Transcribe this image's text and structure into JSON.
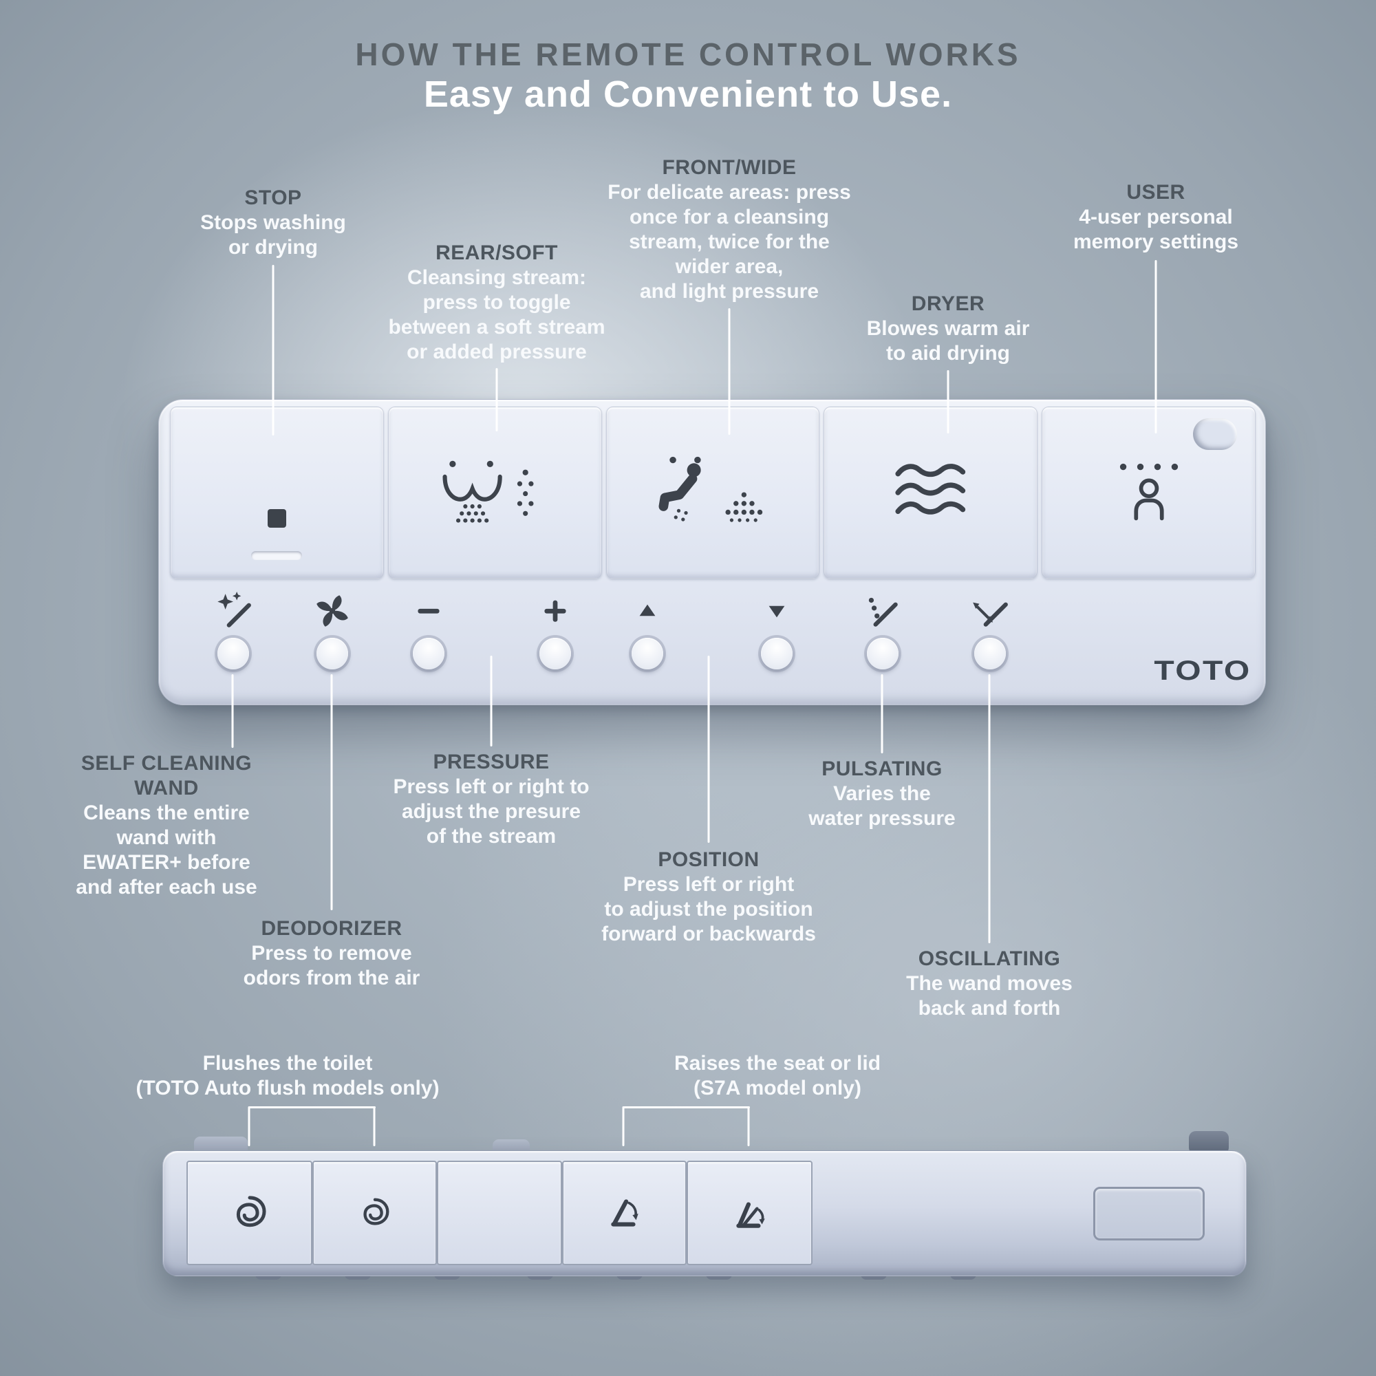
{
  "title": {
    "line1": "HOW THE REMOTE CONTROL WORKS",
    "line2": "Easy and Convenient to Use."
  },
  "callouts": {
    "stop": {
      "heading": "STOP",
      "body": "Stops washing\nor drying"
    },
    "rear_soft": {
      "heading": "REAR/SOFT",
      "body": "Cleansing stream:\npress to toggle\nbetween a soft stream\nor added pressure"
    },
    "front_wide": {
      "heading": "FRONT/WIDE",
      "body": "For delicate areas: press\nonce for a cleansing\nstream,  twice for the\nwider area,\nand light pressure"
    },
    "dryer": {
      "heading": "DRYER",
      "body": "Blowes warm air\nto aid drying"
    },
    "user": {
      "heading": "USER",
      "body": "4-user personal\nmemory settings"
    },
    "self_cleaning_wand": {
      "heading": "SELF CLEANING\nWAND",
      "body": "Cleans the entire\nwand with\nEWATER+ before\nand after each use"
    },
    "deodorizer": {
      "heading": "DEODORIZER",
      "body": "Press to remove\nodors from the air"
    },
    "pressure": {
      "heading": "PRESSURE",
      "body": "Press left or right to\nadjust the presure\nof the stream"
    },
    "position": {
      "heading": "POSITION",
      "body": "Press left or right\nto adjust the position\nforward or backwards"
    },
    "pulsating": {
      "heading": "PULSATING",
      "body": "Varies the\nwater pressure"
    },
    "oscillating": {
      "heading": "OSCILLATING",
      "body": "The wand moves\nback and forth"
    }
  },
  "bottom_notes": {
    "flush": {
      "line1": "Flushes the toilet",
      "line2": "(TOTO Auto flush models only)"
    },
    "seat": {
      "line1": "Raises the seat or lid",
      "line2": "(S7A model only)"
    }
  },
  "remote": {
    "brand": "TOTO",
    "top_buttons": [
      {
        "name": "stop-button",
        "icon": "stop-square-icon"
      },
      {
        "name": "rear-soft-button",
        "icon": "rear-soft-spray-icon"
      },
      {
        "name": "front-wide-button",
        "icon": "front-wide-spray-icon"
      },
      {
        "name": "dryer-button",
        "icon": "dryer-waves-icon"
      },
      {
        "name": "user-button",
        "icon": "user-person-icon"
      }
    ],
    "small_buttons": [
      {
        "name": "self-cleaning-wand-button",
        "icon": "wand-sparkle-icon"
      },
      {
        "name": "deodorizer-button",
        "icon": "fan-icon"
      },
      {
        "name": "pressure-minus-button",
        "icon": "minus-icon"
      },
      {
        "name": "pressure-plus-button",
        "icon": "plus-icon"
      },
      {
        "name": "position-forward-button",
        "icon": "triangle-up-icon"
      },
      {
        "name": "position-backward-button",
        "icon": "triangle-down-icon"
      },
      {
        "name": "pulsating-button",
        "icon": "pulsating-spray-icon"
      },
      {
        "name": "oscillating-button",
        "icon": "oscillating-spray-icon"
      }
    ],
    "side_buttons": [
      {
        "name": "flush-full-button",
        "icon": "flush-spiral-icon"
      },
      {
        "name": "flush-light-button",
        "icon": "flush-spiral-icon"
      },
      {
        "name": "blank-button",
        "icon": "none"
      },
      {
        "name": "seat-raise-button",
        "icon": "seat-raise-icon"
      },
      {
        "name": "lid-raise-button",
        "icon": "lid-raise-icon"
      }
    ]
  },
  "colors": {
    "heading_text": "#4d565e",
    "body_text": "#f8fafc",
    "icon": "#3d434c",
    "remote_body": "#e4e9f3",
    "leader_line": "#ffffff"
  }
}
